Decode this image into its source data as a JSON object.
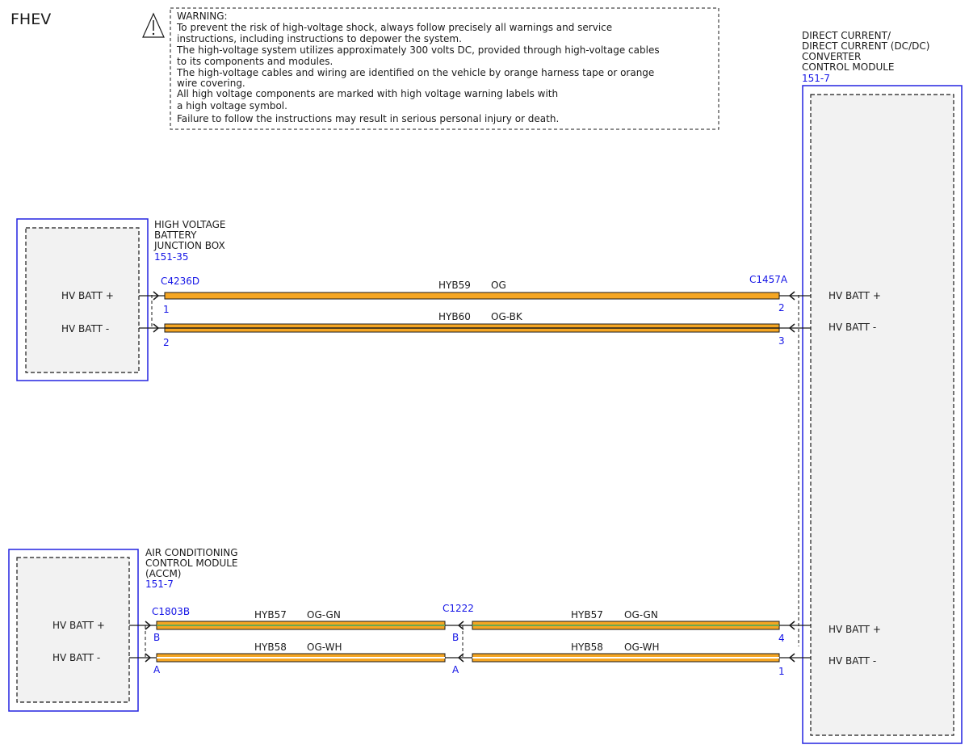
{
  "title": "FHEV",
  "warning": {
    "lines": [
      "WARNING:",
      "To prevent the risk of high-voltage shock, always follow precisely all warnings and service",
      "instructions, including instructions to depower the system.",
      "The high-voltage system utilizes approximately 300 volts DC, provided through high-voltage cables",
      "to its components and modules.",
      "The high-voltage cables and wiring are identified on the vehicle by orange harness tape or orange",
      "wire covering.",
      "All high voltage components are marked with high voltage warning labels with",
      "a high voltage symbol.",
      "Failure to follow the instructions may result in serious personal injury or death."
    ]
  },
  "modules": {
    "dcdc": {
      "name_lines": [
        "DIRECT CURRENT/",
        "DIRECT CURRENT (DC/DC)",
        "CONVERTER",
        "CONTROL MODULE"
      ],
      "ref": "151-7",
      "pins": [
        "HV BATT +",
        "HV BATT -",
        "HV BATT +",
        "HV BATT -"
      ]
    },
    "hvbjb": {
      "name_lines": [
        "HIGH VOLTAGE",
        "BATTERY",
        "JUNCTION BOX"
      ],
      "ref": "151-35",
      "pins": [
        "HV BATT +",
        "HV BATT -"
      ]
    },
    "accm": {
      "name_lines": [
        "AIR CONDITIONING",
        "CONTROL MODULE",
        "(ACCM)"
      ],
      "ref": "151-7",
      "pins": [
        "HV BATT +",
        "HV BATT -"
      ]
    }
  },
  "connectors": {
    "c4236d": {
      "name": "C4236D",
      "pin1": "1",
      "pin2": "2"
    },
    "c1457a": {
      "name": "C1457A",
      "pin1": "2",
      "pin2": "3",
      "pin3": "4",
      "pin4": "1"
    },
    "c1803b": {
      "name": "C1803B",
      "pin1": "B",
      "pin2": "A"
    },
    "c1222": {
      "name": "C1222",
      "pin1": "B",
      "pin2": "A"
    }
  },
  "wires": [
    {
      "circuit": "HYB59",
      "color": "OG"
    },
    {
      "circuit": "HYB60",
      "color": "OG-BK"
    },
    {
      "circuit": "HYB57",
      "color": "OG-GN"
    },
    {
      "circuit": "HYB58",
      "color": "OG-WH"
    },
    {
      "circuit": "HYB57",
      "color": "OG-GN"
    },
    {
      "circuit": "HYB58",
      "color": "OG-WH"
    }
  ],
  "colors": {
    "module_border": "#2323e0",
    "ref_text": "#1414e6",
    "og": "#f5a623",
    "bk": "#1a1a1a",
    "gn": "#6aa84f",
    "wh": "#ffffff"
  }
}
